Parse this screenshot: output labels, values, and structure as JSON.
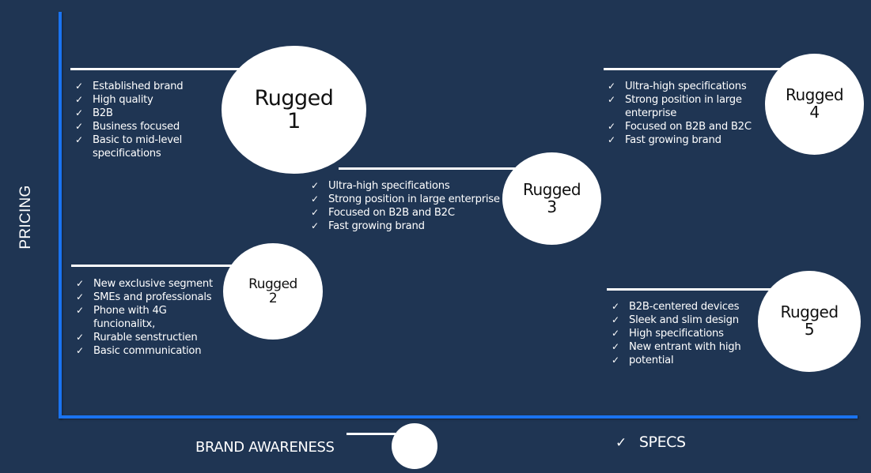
{
  "axes": {
    "y_label": "PRICING",
    "x_label": "BRAND AWARENESS",
    "specs_label": "SPECS",
    "specs_check_icon": "✓",
    "axis_color": "#1a73f0",
    "background_color": "#1f3553"
  },
  "check_glyph": "✓",
  "segments": [
    {
      "title": "Rugged",
      "number": "1",
      "bullets": [
        "Established brand",
        "High quality",
        "B2B",
        "Business focused",
        "Basic to mid-level",
        "specifications"
      ],
      "bullet_checks": [
        true,
        true,
        true,
        true,
        true,
        false
      ]
    },
    {
      "title": "Rugged",
      "number": "2",
      "bullets": [
        "New exclusive segment",
        "SMEs and professionals",
        "Phone with 4G",
        "funcionalitx,",
        "Rurable senstructien",
        "Basic communication"
      ],
      "bullet_checks": [
        true,
        true,
        true,
        false,
        true,
        true
      ]
    },
    {
      "title": "Rugged",
      "number": "3",
      "bullets": [
        "Ultra-high specifications",
        "Strong position in large enterprise",
        "Focused on B2B and B2C",
        "Fast growing brand"
      ],
      "bullet_checks": [
        true,
        true,
        true,
        true
      ]
    },
    {
      "title": "Rugged",
      "number": "4",
      "bullets": [
        "Ultra-high specifications",
        "Strong position in large",
        "enterprise",
        "Focused on B2B and B2C",
        "Fast growing brand"
      ],
      "bullet_checks": [
        true,
        true,
        false,
        true,
        true
      ]
    },
    {
      "title": "Rugged",
      "number": "5",
      "bullets": [
        "B2B-centered devices",
        "Sleek and slim design",
        "High specifications",
        "New entrant with high",
        "potential"
      ],
      "bullet_checks": [
        true,
        true,
        true,
        true,
        true
      ]
    }
  ]
}
